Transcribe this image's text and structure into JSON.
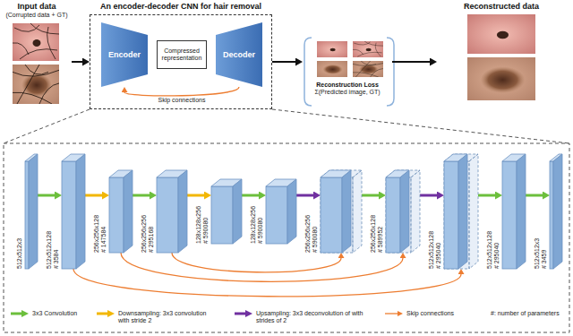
{
  "diagram": {
    "nodes": [
      {
        "text": [
          "Input data",
          "(Corrupted data + GT)"
        ]
      },
      {
        "text": [
          "An encoder-decoder CNN for hair removal"
        ]
      },
      {
        "text": [
          "Encoder"
        ],
        "in": 1
      },
      {
        "text": [
          "Compressed representation"
        ],
        "in": 1
      },
      {
        "text": [
          "Decoder"
        ],
        "in": 1
      },
      {
        "text": [
          "Reconstruction Loss",
          "Σ(Predicted image, GT)"
        ]
      },
      {
        "text": [
          "Reconstructed data"
        ]
      },
      {
        "text": [
          "512x512x3"
        ]
      },
      {
        "text": [
          "512x512x128",
          "# 3584"
        ]
      },
      {
        "text": [
          "256x256x128",
          "# 147584"
        ]
      },
      {
        "text": [
          "256x256x256",
          "# 295168"
        ]
      },
      {
        "text": [
          "128x128x256",
          "# 590080"
        ]
      },
      {
        "text": [
          "128x128x256",
          "# 590080"
        ]
      },
      {
        "text": [
          "256x256x256",
          "# 590080"
        ]
      },
      {
        "text": [
          "256x256x128",
          "# 589952"
        ]
      },
      {
        "text": [
          "512x512x128",
          "# 295040"
        ]
      },
      {
        "text": [
          "512x512x128",
          "# 295040"
        ]
      },
      {
        "text": [
          "512x512x3",
          "# 3459"
        ]
      }
    ],
    "edges": [
      {
        "from": 0,
        "to": 1,
        "arrow": "to"
      },
      {
        "from": 4,
        "to": 2,
        "label": "Skip connections",
        "arrow": "to"
      },
      {
        "from": 1,
        "to": 5,
        "arrow": "to"
      },
      {
        "from": 5,
        "to": 6,
        "arrow": "to"
      },
      {
        "from": 7,
        "to": 8,
        "arrow": "to"
      },
      {
        "from": 8,
        "to": 9,
        "arrow": "to"
      },
      {
        "from": 9,
        "to": 10,
        "arrow": "to"
      },
      {
        "from": 10,
        "to": 11,
        "arrow": "to"
      },
      {
        "from": 11,
        "to": 12,
        "arrow": "to"
      },
      {
        "from": 12,
        "to": 13,
        "arrow": "to"
      },
      {
        "from": 13,
        "to": 14,
        "arrow": "to"
      },
      {
        "from": 14,
        "to": 15,
        "arrow": "to"
      },
      {
        "from": 15,
        "to": 16,
        "arrow": "to"
      },
      {
        "from": 16,
        "to": 17,
        "arrow": "to"
      },
      {
        "from": 8,
        "to": 15,
        "arrow": "to"
      },
      {
        "from": 9,
        "to": 14,
        "arrow": "to"
      },
      {
        "from": 10,
        "to": 13,
        "arrow": "to"
      }
    ],
    "labels": [
      "#: number of parameters"
    ],
    "legend": [
      {
        "text": "3x3 Convolution"
      },
      {
        "text": "Downsampling: 3x3 convolution with stride 2"
      },
      {
        "text": "Upsampling: 3x3 deconvolution of with strides of 2"
      },
      {
        "text": "Skip connections"
      }
    ]
  }
}
